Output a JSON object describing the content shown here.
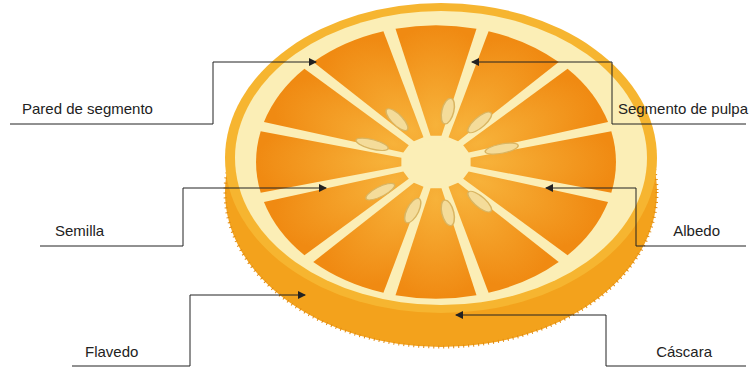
{
  "diagram": {
    "labels": [
      "Pared de segmento",
      "Segmento de pulpa",
      "Semilla",
      "Albedo",
      "Flavedo",
      "Cáscara"
    ]
  }
}
